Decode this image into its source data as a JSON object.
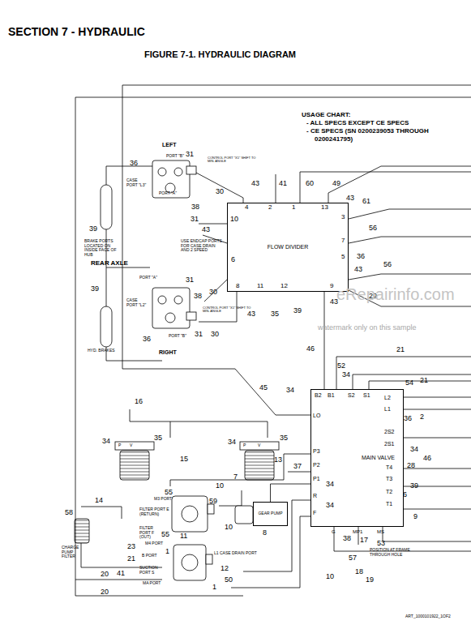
{
  "diagram": {
    "title": "FIGURE 7-1. HYDRAULIC DIAGRAM",
    "nodes": [
      {
        "text": [
          "FLOW DIVIDER"
        ]
      },
      {
        "text": [
          "MAIN VALVE"
        ]
      },
      {
        "text": [
          "GEAR PUMP"
        ]
      }
    ],
    "edges": [
      {
        "from": 2,
        "to": 1,
        "arrow": "none"
      },
      {
        "from": 0,
        "to": 1,
        "arrow": "none"
      }
    ],
    "labels": [
      "SECTION 7 - HYDRAULIC",
      "USAGE CHART:",
      "- ALL SPECS EXCEPT CE SPECS",
      "- CE SPECS (SN 0200239053 THROUGH",
      "0200241795)",
      "LEFT",
      "PORT \"B\"",
      "31",
      "CONTROL PORT \"X1\" SHIFT TO MIN. ANGLE",
      "36",
      "CASE PORT \"L3\"",
      "PORT \"A\"",
      "30",
      "38",
      "31",
      "43",
      "10",
      "39",
      "BRAKE PORTS LOCATED ON INSIDE FACE OF HUB",
      "REAR AXLE",
      "USE ENDCAP PORTS FOR CASE DRAIN AND 2 SPEED",
      "6",
      "43",
      "41",
      "60",
      "49",
      "4",
      "2",
      "1",
      "13",
      "43",
      "61",
      "3",
      "7",
      "56",
      "36",
      "5",
      "43",
      "56",
      "9",
      "12",
      "11",
      "8",
      "29",
      "43",
      "39",
      "35",
      "43",
      "PORT \"A\"",
      "31",
      "39",
      "30",
      "38",
      "CASE PORT \"L2\"",
      "CONTROL PORT \"X1\" SHIFT TO MIN. ANGLE",
      "31",
      "30",
      "36",
      "PORT \"B\"",
      "RIGHT",
      "HYD. BRAKES",
      "46",
      "52",
      "21",
      "34",
      "34",
      "45",
      "B2",
      "B1",
      "S2",
      "S1",
      "54",
      "21",
      "L2",
      "L1",
      "36",
      "2",
      "LO",
      "2S2",
      "2S1",
      "34",
      "46",
      "P3",
      "P2",
      "P1",
      "T4",
      "28",
      "T3",
      "T2",
      "39",
      "6",
      "T1",
      "9",
      "R",
      "34",
      "F",
      "34",
      "G",
      "MP1",
      "MS",
      "38",
      "17",
      "53",
      "POSITION AT FRAME THROUGH HOLE",
      "57",
      "18",
      "19",
      "16",
      "34",
      "P",
      "V",
      "35",
      "15",
      "34",
      "P",
      "V",
      "35",
      "13",
      "37",
      "M3 PORT",
      "55",
      "10",
      "7",
      "FILTER PORT E (RETURN)",
      "59",
      "14",
      "58",
      "FILTER PORT F (OUT)",
      "55",
      "11",
      "10",
      "8",
      "M4 PORT",
      "23",
      "1",
      "CHARGE PUMP FILTER",
      "21",
      "B PORT",
      "L1 CASE DRAIN PORT",
      "12",
      "SUCTION PORT S",
      "41",
      "50",
      "MA PORT",
      "1",
      "20",
      "20",
      "10",
      "eRepairinfo.com",
      "watermark only on this sample",
      "ART_1000101922_1OF2"
    ]
  }
}
